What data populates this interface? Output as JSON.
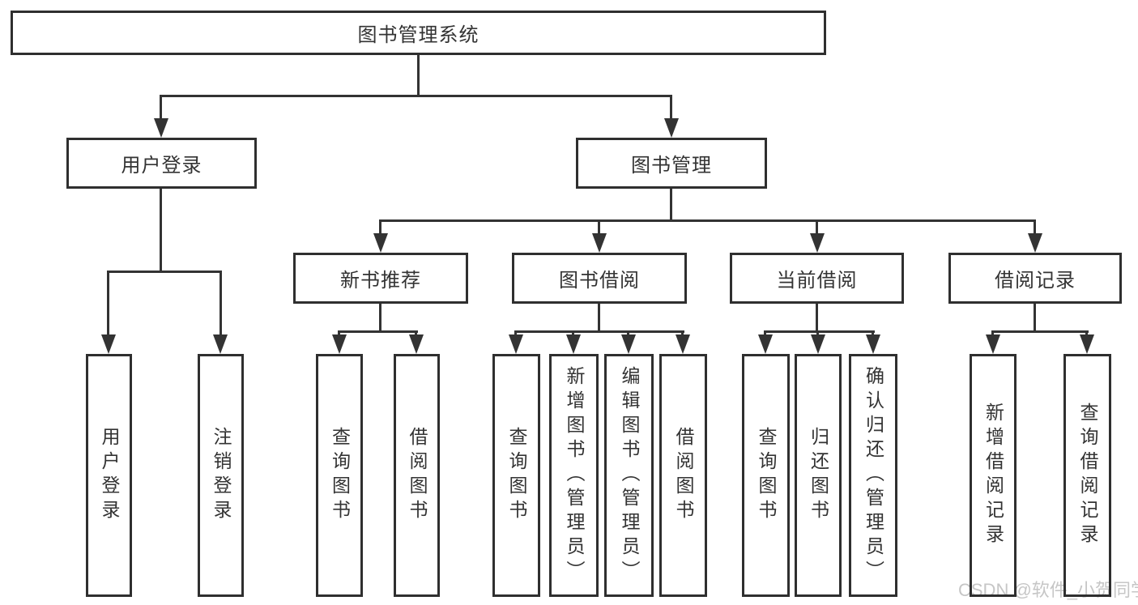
{
  "diagram": {
    "root": {
      "label": "图书管理系统"
    },
    "branches": [
      {
        "label": "用户登录",
        "children": [
          {
            "label": "用户登录"
          },
          {
            "label": "注销登录"
          }
        ]
      },
      {
        "label": "图书管理",
        "children": [
          {
            "label": "新书推荐",
            "children": [
              {
                "label": "查询图书"
              },
              {
                "label": "借阅图书"
              }
            ]
          },
          {
            "label": "图书借阅",
            "children": [
              {
                "label": "查询图书"
              },
              {
                "label": "新增图书（管理员）"
              },
              {
                "label": "编辑图书（管理员）"
              },
              {
                "label": "借阅图书"
              }
            ]
          },
          {
            "label": "当前借阅",
            "children": [
              {
                "label": "查询图书"
              },
              {
                "label": "归还图书"
              },
              {
                "label": "确认归还（管理员）"
              }
            ]
          },
          {
            "label": "借阅记录",
            "children": [
              {
                "label": "新增借阅记录"
              },
              {
                "label": "查询借阅记录"
              }
            ]
          }
        ]
      }
    ]
  },
  "watermark": {
    "text": "CSDN @软件_小贺同学"
  },
  "colors": {
    "line": "#333333",
    "border": "#2f2f2f",
    "text": "#333333",
    "watermark": "#c6c6c6",
    "background": "#ffffff"
  }
}
